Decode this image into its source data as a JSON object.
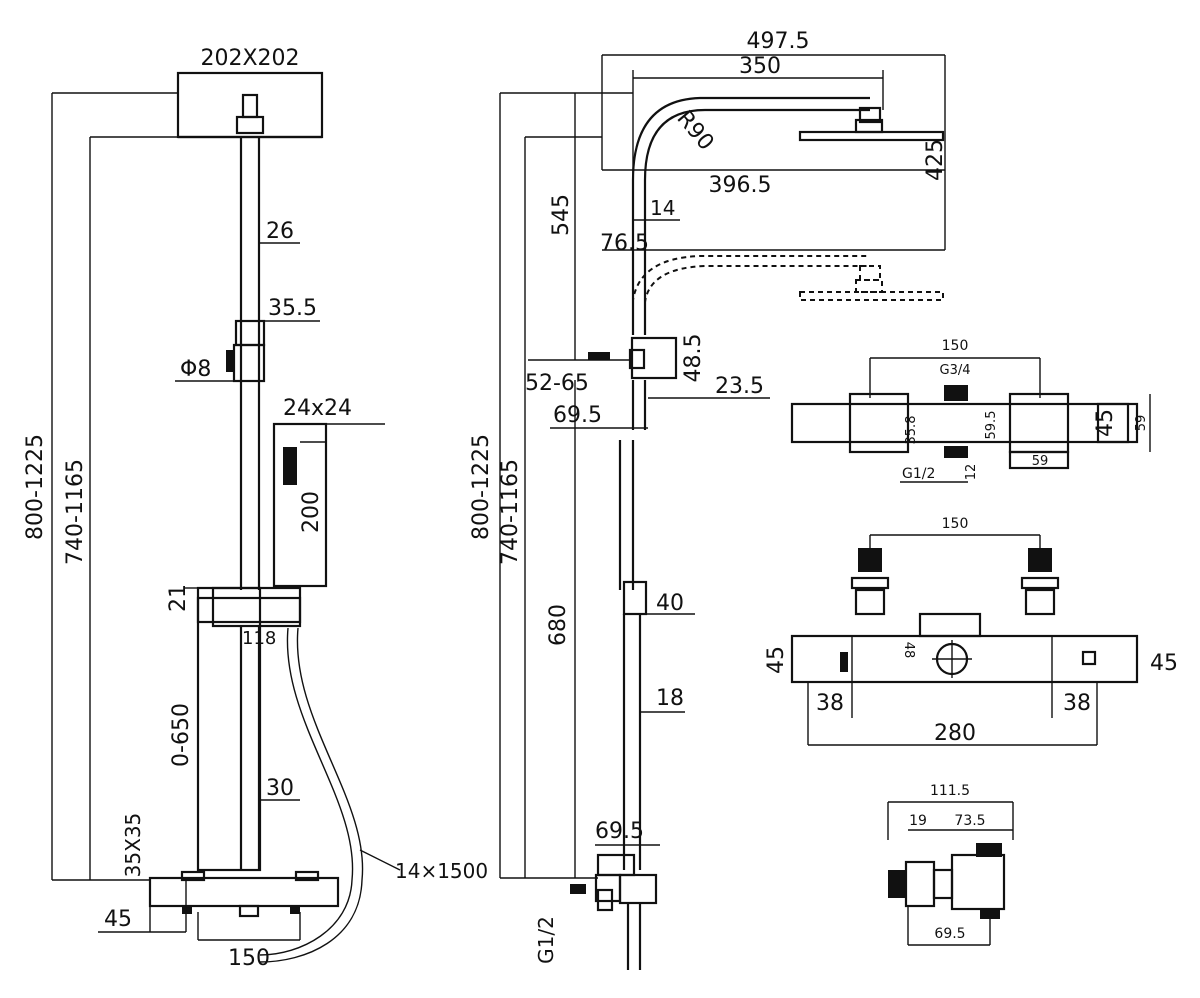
{
  "front_view": {
    "head_size": "202X202",
    "pipe_dia": "26",
    "holder_dia": "35.5",
    "pin_dia": "Φ8",
    "hand_shower_size": "24x24",
    "hand_shower_len": "200",
    "total_height": "800-1225",
    "inner_height": "740-1165",
    "slide_thick": "21",
    "slide_width": "118",
    "slide_range": "0-650",
    "lower_pipe": "30",
    "base_square": "35X35",
    "base_offset": "45",
    "center_dist": "150",
    "hose": "14×1500"
  },
  "side_view": {
    "overall_reach": "497.5",
    "arm_reach": "350",
    "radius": "R90",
    "arm_drop": "425",
    "head_offset": "396.5",
    "upper_h": "545",
    "tube_d": "14",
    "clamp_off": "76.5",
    "clamp_h": "48.5",
    "wall_dist": "52-65",
    "clamp_w": "23.5",
    "clamp_depth": "69.5",
    "total_height": "800-1225",
    "inner_height": "740-1165",
    "lower_height": "680",
    "slide_h": "40",
    "lower_pipe": "18",
    "valve_depth": "69.5",
    "inlet": "G1/2"
  },
  "top_view": {
    "width": "150",
    "inlet_top": "G3/4",
    "inlet_bottom": "G1/2",
    "d1": "35.8",
    "d2": "59.5",
    "d3": "12",
    "d4": "59",
    "d5": "45",
    "d6": "59"
  },
  "front_valve": {
    "center": "150",
    "h_left": "45",
    "h_right": "45",
    "mid": "48",
    "end_left": "38",
    "end_right": "38",
    "length": "280"
  },
  "eccentric": {
    "total": "111.5",
    "a": "19",
    "b": "73.5",
    "c": "69.5"
  }
}
